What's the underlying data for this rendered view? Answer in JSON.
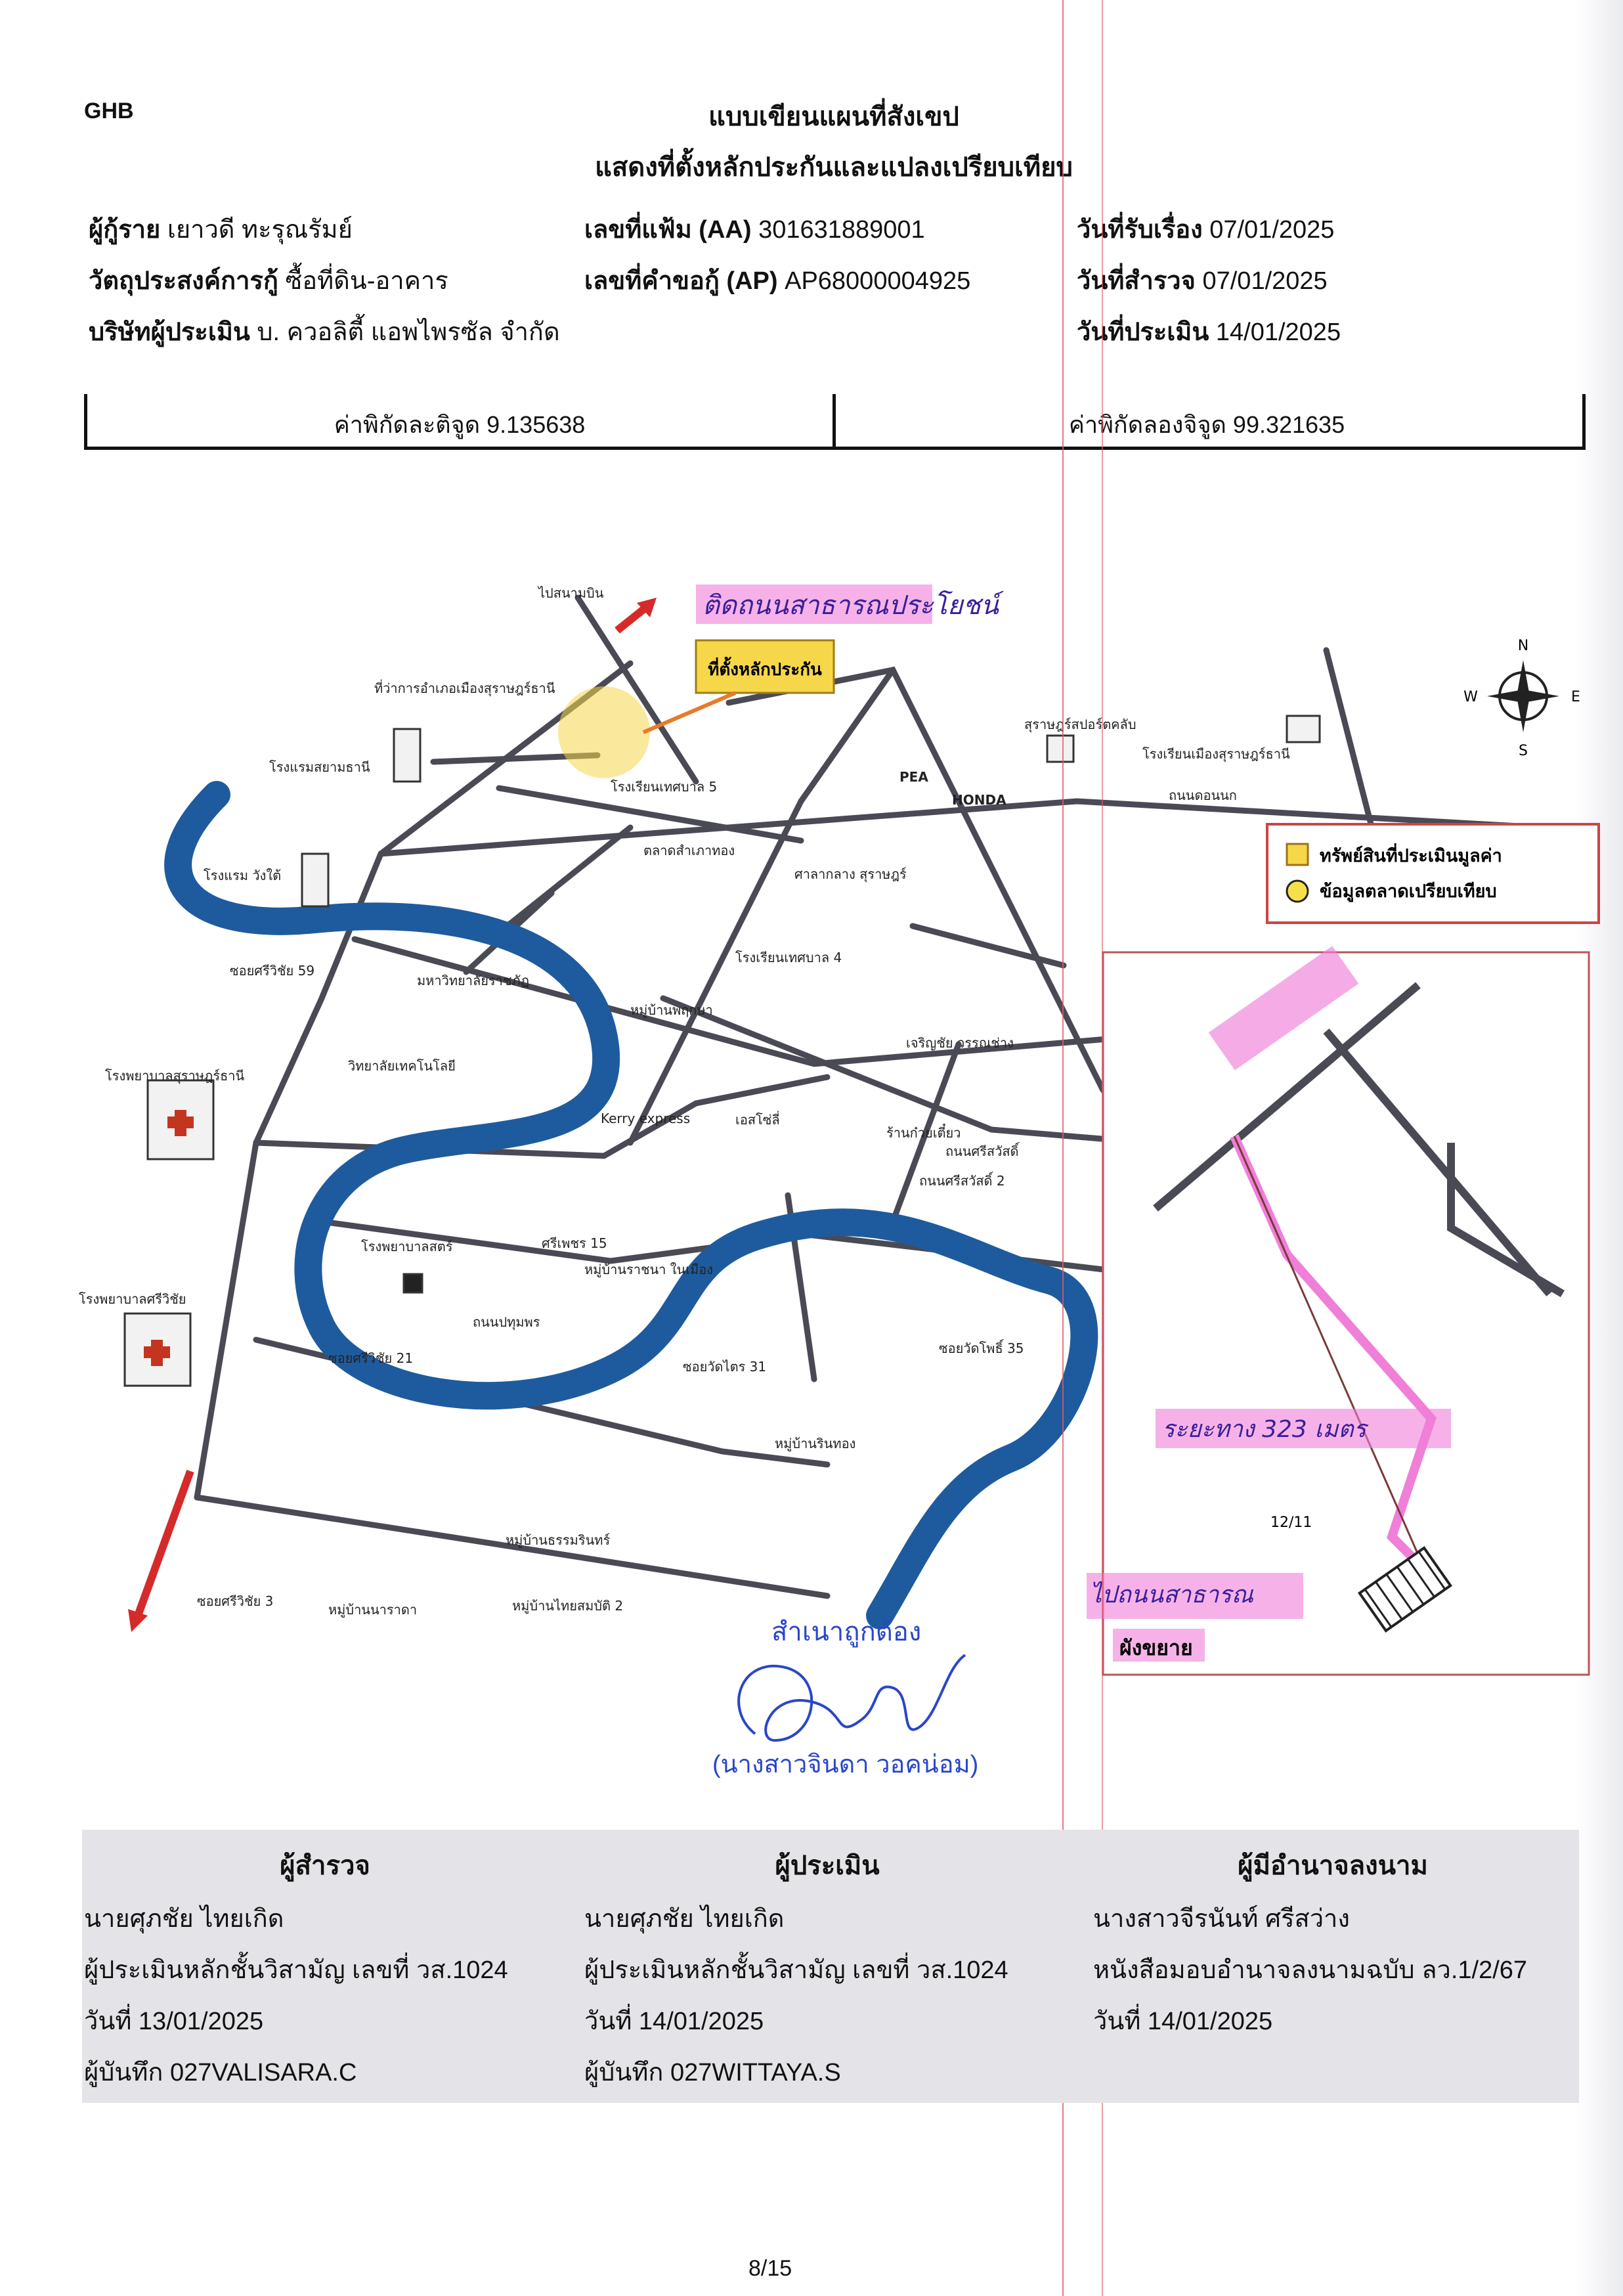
{
  "header": {
    "corner_code": "GHB",
    "title_line1": "แบบเขียนแผนที่สังเขป",
    "title_line2": "แสดงที่ตั้งหลักประกันและแปลงเปรียบเทียบ",
    "borrower_label": "ผู้กู้ราย",
    "borrower_value": "เยาวดี ทะรุณรัมย์",
    "purpose_label": "วัตถุประสงค์การกู้",
    "purpose_value": "ซื้อที่ดิน-อาคาร",
    "company_label": "บริษัทผู้ประเมิน",
    "company_value": "บ. ควอลิตี้ แอพไพรซัล จำกัด",
    "file_no_label": "เลขที่แฟ้ม (AA)",
    "file_no_value": "301631889001",
    "request_no_label": "เลขที่คำขอกู้ (AP)",
    "request_no_value": "AP68000004925",
    "received_label": "วันที่รับเรื่อง",
    "received_value": "07/01/2025",
    "survey_label": "วันที่สำรวจ",
    "survey_value": "07/01/2025",
    "appraisal_label": "วันที่ประเมิน",
    "appraisal_value": "14/01/2025"
  },
  "coords": {
    "lat_label": "ค่าพิกัดละติจูด 9.135638",
    "lng_label": "ค่าพิกัดลองจิจูด 99.321635"
  },
  "map": {
    "collateral_callout": "ที่ตั้งหลักประกัน",
    "legend_asset": "ทรัพย์สินที่ประเมินมูลค่า",
    "legend_compare": "ข้อมูลตลาดเปรียบเทียบ",
    "inset_label": "ผังขยาย",
    "distance_label": "ระยะทาง 323 เมตร",
    "handwriting_top": "ติดถนนสาธารณประโยชน์",
    "handwriting_inset": "ไปถนนสาธารณ",
    "labels": [
      "ไปสนามบิน",
      "ที่ว่าการอำเภอเมืองสุราษฎร์ธานี",
      "โรงแรมสยามธานี",
      "โรงแรม วังใต้",
      "โรงเรียนเทศบาล 5",
      "ถนนดอนนก",
      "สุราษฎร์สปอร์ตคลับ",
      "โรงเรียนเมืองสุราษฎร์ธานี",
      "ตลาดสำเภาทอง",
      "ศาลากลาง สุราษฎร์",
      "โรงเรียนเทศบาล 4",
      "ซอยศรีวิชัย 59",
      "มหาวิทยาลัยราชภัฏ",
      "หมู่บ้านพฤกษา",
      "วิทยาลัยเทคโนโลยี",
      "โรงพยาบาลสุราษฎร์ธานี",
      "Kerry express",
      "เจริญชัย วรรณช่าง",
      "เอสโซ่ลี่",
      "ร้านก๋วยเตี๋ยว",
      "ถนนศรีสวัสดิ์",
      "ถนนศรีสวัสดิ์ 2",
      "โรงพยาบาลสตร์",
      "ศรีเพชร 15",
      "หมู่บ้านราชนา ในเมือง",
      "ถนนปทุมพร",
      "โรงพยาบาลศรีวิชัย",
      "ซอยศรีวิชัย 21",
      "ซอยวัดไตร 31",
      "ซอยวัดโพธิ์ 35",
      "หมู่บ้านรินทอง",
      "หมู่บ้านธรรมรินทร์",
      "ซอยศรีวิชัย 3",
      "หมู่บ้านนาราดา",
      "หมู่บ้านไทยสมบัติ 2",
      "12/11",
      "HONDA",
      "PEA"
    ],
    "compass_n": "N",
    "compass_s": "S",
    "compass_w": "W",
    "compass_e": "E"
  },
  "certify": {
    "stamp_text": "สำเนาถูกต้อง",
    "name": "(นางสาวจินดา วอคน่อม)"
  },
  "footer": {
    "surveyor_head": "ผู้สำรวจ",
    "surveyor_name": "นายศุภชัย ไทยเกิด",
    "surveyor_role": "ผู้ประเมินหลักชั้นวิสามัญ เลขที่ วส.1024",
    "surveyor_date": "วันที่ 13/01/2025",
    "surveyor_recorder": "ผู้บันทึก 027VALISARA.C",
    "appraiser_head": "ผู้ประเมิน",
    "appraiser_name": "นายศุภชัย ไทยเกิด",
    "appraiser_role": "ผู้ประเมินหลักชั้นวิสามัญ เลขที่ วส.1024",
    "appraiser_date": "วันที่ 14/01/2025",
    "appraiser_recorder": "ผู้บันทึก 027WITTAYA.S",
    "signer_head": "ผู้มีอำนาจลงนาม",
    "signer_name": "นางสาวจีรนันท์ ศรีสว่าง",
    "signer_role": "หนังสือมอบอำนาจลงนามฉบับ ลว.1/2/67",
    "signer_date": "วันที่ 14/01/2025"
  },
  "page_number": "8/15",
  "colors": {
    "river": "#1e5b9e",
    "road": "#4a4a55",
    "highlight_pink": "#f07fd8",
    "callout_yellow": "#f6d74a",
    "arrow_red": "#d62a2a",
    "stamp_blue": "#2a46c9"
  }
}
